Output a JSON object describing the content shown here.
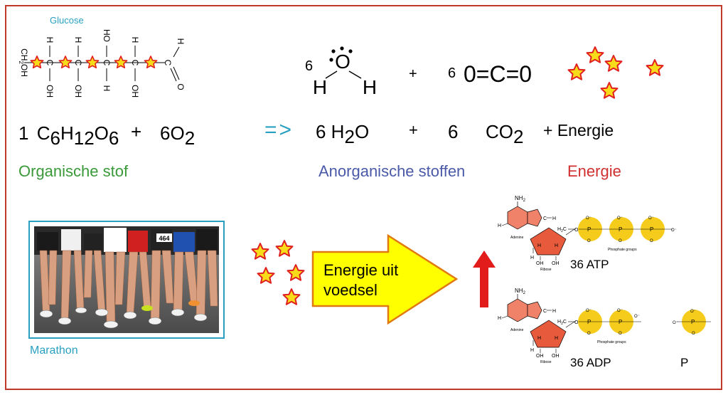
{
  "colors": {
    "frame": "#c0392b",
    "green": "#3a9a3a",
    "blue": "#4a5aa8",
    "red": "#d03030",
    "teal": "#2aa0c0",
    "star_fill": "#f8dc1a",
    "star_stroke": "#e02020",
    "arrow_fill": "#ffff00",
    "arrow_stroke": "#e07a10",
    "base_fill": "#f0826a",
    "phosphate_fill": "#f5cc1c"
  },
  "glucose": {
    "title": "Glucose",
    "ch2oh": "CH",
    "ch2oh_sub": "2",
    "ch2oh_end": "OH",
    "atom_c": "C",
    "atom_h": "H",
    "atom_oh": "OH",
    "atom_ho": "HO",
    "atom_o": "O"
  },
  "water_structure": {
    "coef": "6",
    "o": "O",
    "h": "H"
  },
  "co2_structure": {
    "coef": "6",
    "formula": "0=C=0"
  },
  "equation": {
    "coef1": "1",
    "c": "C",
    "c_sub": "6",
    "h": "H",
    "h_sub": "12",
    "o": "O",
    "o_sub": "6",
    "plus1": "+",
    "o2": "6O",
    "o2_sub": "2",
    "arrow": "=>",
    "h2o_a": "6 H",
    "h2o_sub": "2",
    "h2o_b": "O",
    "plus2": "+",
    "coef_co2": "6",
    "co2": "CO",
    "co2_sub": "2",
    "plus3": "+ ",
    "energy": "Energie"
  },
  "labels": {
    "organic": "Organische stof",
    "inorganic": "Anorganische stoffen",
    "energy": "Energie"
  },
  "photo": {
    "caption": "Marathon",
    "bib": "464"
  },
  "arrow": {
    "line1": "Energie uit",
    "line2": "voedsel"
  },
  "atp": {
    "nh2": "NH",
    "nh2_sub": "2",
    "adenine": "Adenine",
    "ribose": "Ribose",
    "phosphate_groups": "Phosphate groups",
    "h2c": "H",
    "h2c_sub": "2",
    "h2c_end": "C",
    "label": "36 ATP",
    "atom_n": "N",
    "atom_h": "H",
    "atom_c": "C",
    "atom_oh": "OH",
    "atom_o": "O",
    "atom_p": "P",
    "o_minus": "O⁻"
  },
  "adp": {
    "nh2": "NH",
    "nh2_sub": "2",
    "adenine": "Adenine",
    "ribose": "Ribose",
    "phosphate_groups": "Phosphate groups",
    "h2c": "H",
    "h2c_sub": "2",
    "h2c_end": "C",
    "label": "36 ADP",
    "atom_n": "N",
    "atom_h": "H",
    "atom_c": "C",
    "atom_oh": "OH",
    "atom_o": "O",
    "atom_p": "P",
    "o_minus": "O⁻"
  },
  "free_p": {
    "label": "P",
    "atom_o": "O",
    "atom_p": "P",
    "o_minus": "O⁻"
  }
}
